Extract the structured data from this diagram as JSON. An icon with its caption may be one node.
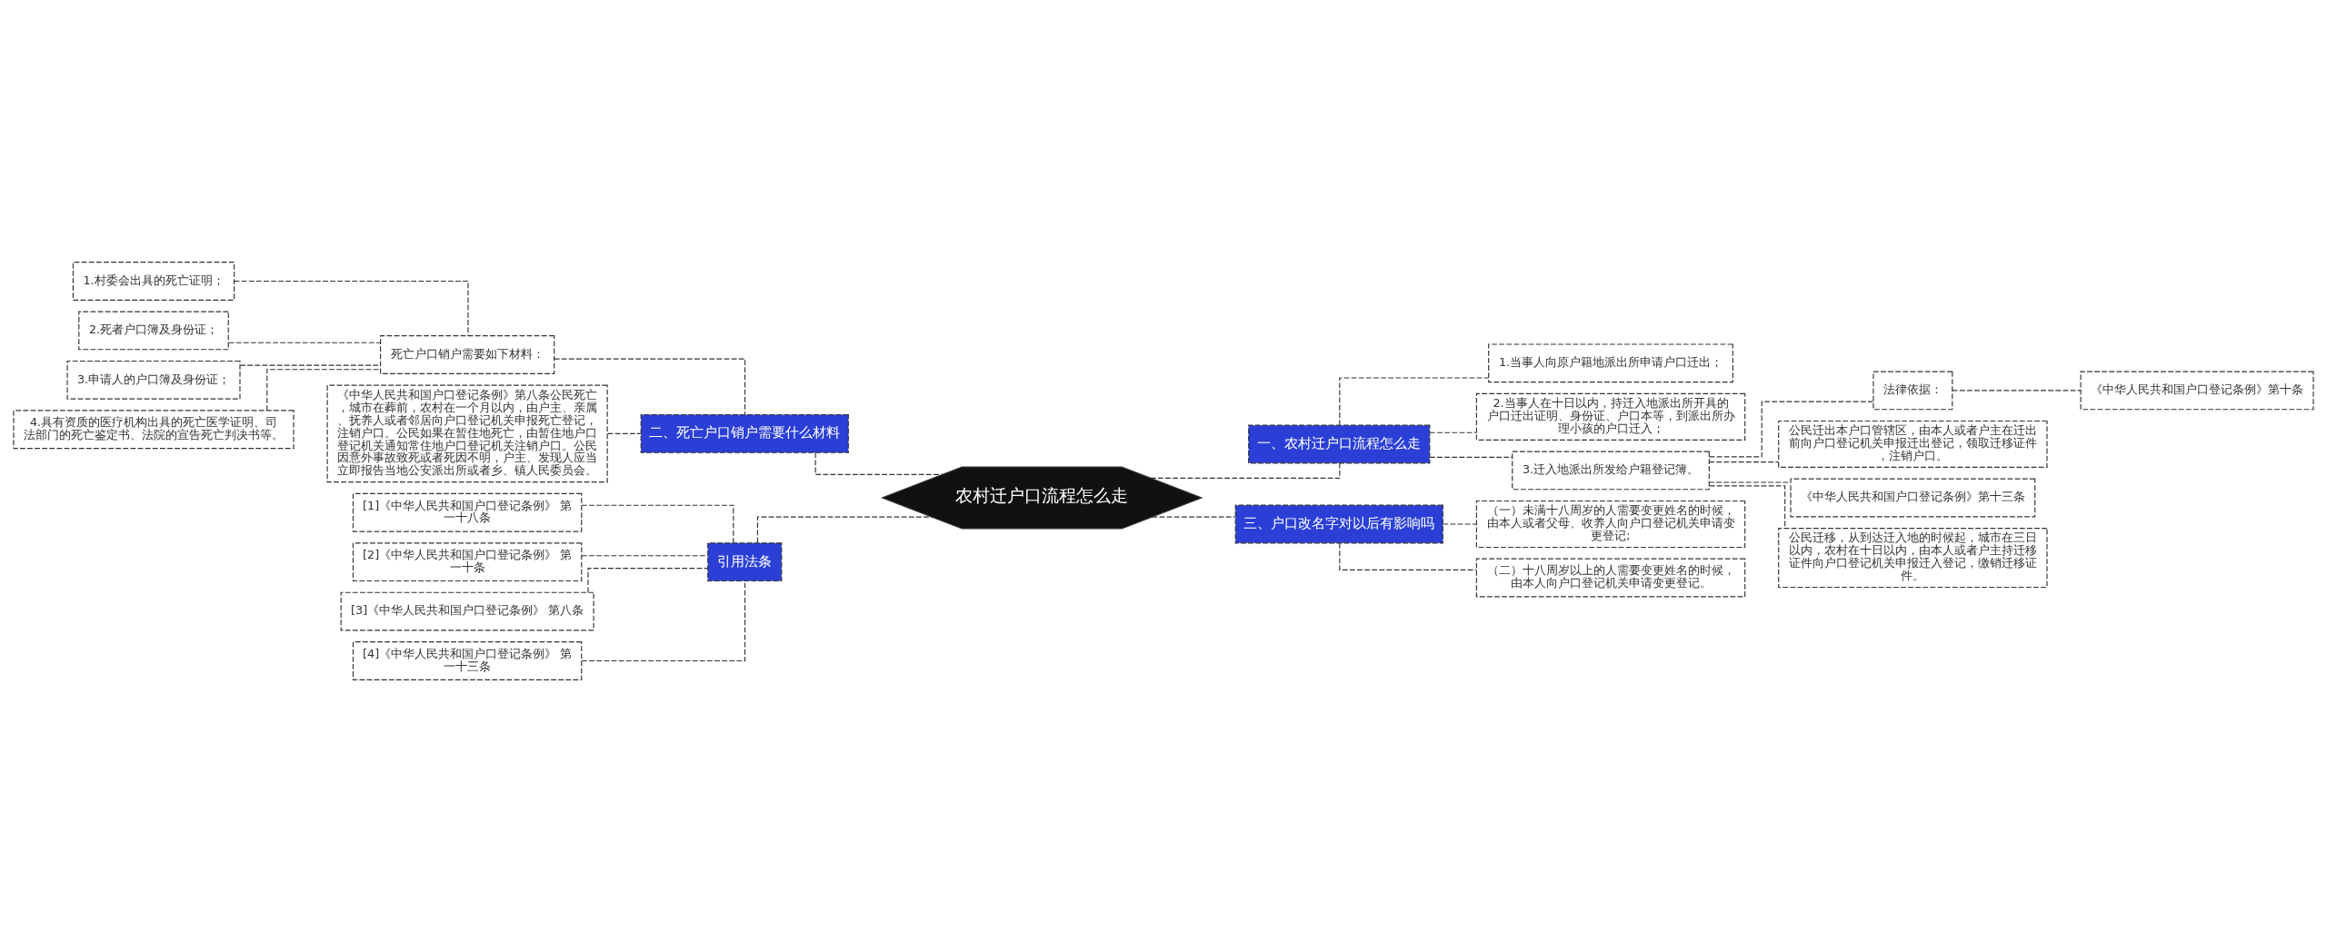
{
  "diagram": {
    "nodes": [
      {
        "text": [
          "农村迁户口流程怎么走"
        ]
      },
      {
        "text": [
          "一、农村迁户口流程怎么走"
        ]
      },
      {
        "text": [
          "1.当事人向原户籍地派出所申请户口迁出；"
        ]
      },
      {
        "text": [
          "2.当事人在十日以内，持迁入地派出所开具的户口迁出证明、身份证、户口本等，到派出所办理小孩的户口迁入；"
        ]
      },
      {
        "text": [
          "3.迁入地派出所发给户籍登记簿。"
        ]
      },
      {
        "text": [
          "法律依据："
        ]
      },
      {
        "text": [
          "《中华人民共和国户口登记条例》第十条"
        ]
      },
      {
        "text": [
          "公民迁出本户口管辖区，由本人或者户主在迁出前向户口登记机关申报迁出登记，领取迁移证件，注销户口。"
        ]
      },
      {
        "text": [
          "《中华人民共和国户口登记条例》第十三条"
        ]
      },
      {
        "text": [
          "公民迁移，从到达迁入地的时候起，城市在三日以内，农村在十日以内，由本人或者户主持迁移证件向户口登记机关申报迁入登记，缴销迁移证件。"
        ]
      },
      {
        "text": [
          "三、户口改名字对以后有影响吗"
        ]
      },
      {
        "text": [
          "（一）未满十八周岁的人需要变更姓名的时候，由本人或者父母、收养人向户口登记机关申请变更登记;"
        ]
      },
      {
        "text": [
          "（二）十八周岁以上的人需要变更姓名的时候，由本人向户口登记机关申请变更登记。"
        ]
      },
      {
        "text": [
          "二、死亡户口销户需要什么材料"
        ]
      },
      {
        "text": [
          "死亡户口销户需要如下材料："
        ]
      },
      {
        "text": [
          "1.村委会出具的死亡证明；"
        ]
      },
      {
        "text": [
          "2.死者户口簿及身份证；"
        ]
      },
      {
        "text": [
          "3.申请人的户口簿及身份证；"
        ]
      },
      {
        "text": [
          "4.具有资质的医疗机构出具的死亡医学证明、司法部门的死亡鉴定书、法院的宣告死亡判决书等。"
        ]
      },
      {
        "text": [
          "《中华人民共和国户口登记条例》第八条公民死亡，城市在葬前，农村在一个月以内，由户主、亲属、抚养人或者邻居向户口登记机关申报死亡登记，注销户口。公民如果在暂住地死亡，由暂住地户口登记机关通知常住地户口登记机关注销户口。公民因意外事故致死或者死因不明，户主、发现人应当立即报告当地公安派出所或者乡、镇人民委员会。"
        ]
      },
      {
        "text": [
          "引用法条"
        ]
      },
      {
        "text": [
          "[1]《中华人民共和国户口登记条例》 第一十八条"
        ]
      },
      {
        "text": [
          "[2]《中华人民共和国户口登记条例》 第一十条"
        ]
      },
      {
        "text": [
          "[3]《中华人民共和国户口登记条例》 第八条"
        ]
      },
      {
        "text": [
          "[4]《中华人民共和国户口登记条例》 第一十三条"
        ]
      }
    ],
    "edges": [
      {
        "from": 0,
        "to": 1,
        "arrow": "none",
        "style": "dashed"
      },
      {
        "from": 1,
        "to": 2,
        "arrow": "none",
        "style": "dashed"
      },
      {
        "from": 1,
        "to": 3,
        "arrow": "none",
        "style": "dashed"
      },
      {
        "from": 1,
        "to": 4,
        "arrow": "none",
        "style": "dashed"
      },
      {
        "from": 4,
        "to": 5,
        "arrow": "none",
        "style": "dashed"
      },
      {
        "from": 5,
        "to": 6,
        "arrow": "none",
        "style": "dashed"
      },
      {
        "from": 4,
        "to": 7,
        "arrow": "none",
        "style": "dashed"
      },
      {
        "from": 4,
        "to": 8,
        "arrow": "none",
        "style": "dashed"
      },
      {
        "from": 4,
        "to": 9,
        "arrow": "none",
        "style": "dashed"
      },
      {
        "from": 0,
        "to": 10,
        "arrow": "none",
        "style": "dashed"
      },
      {
        "from": 10,
        "to": 11,
        "arrow": "none",
        "style": "dashed"
      },
      {
        "from": 10,
        "to": 12,
        "arrow": "none",
        "style": "dashed"
      },
      {
        "from": 0,
        "to": 13,
        "arrow": "none",
        "style": "dashed"
      },
      {
        "from": 13,
        "to": 14,
        "arrow": "none",
        "style": "dashed"
      },
      {
        "from": 14,
        "to": 15,
        "arrow": "none",
        "style": "dashed"
      },
      {
        "from": 14,
        "to": 16,
        "arrow": "none",
        "style": "dashed"
      },
      {
        "from": 14,
        "to": 17,
        "arrow": "none",
        "style": "dashed"
      },
      {
        "from": 14,
        "to": 18,
        "arrow": "none",
        "style": "dashed"
      },
      {
        "from": 13,
        "to": 19,
        "arrow": "none",
        "style": "dashed"
      },
      {
        "from": 0,
        "to": 20,
        "arrow": "none",
        "style": "dashed"
      },
      {
        "from": 20,
        "to": 21,
        "arrow": "none",
        "style": "dashed"
      },
      {
        "from": 20,
        "to": 22,
        "arrow": "none",
        "style": "dashed"
      },
      {
        "from": 20,
        "to": 23,
        "arrow": "none",
        "style": "dashed"
      },
      {
        "from": 20,
        "to": 24,
        "arrow": "none",
        "style": "dashed"
      }
    ]
  }
}
